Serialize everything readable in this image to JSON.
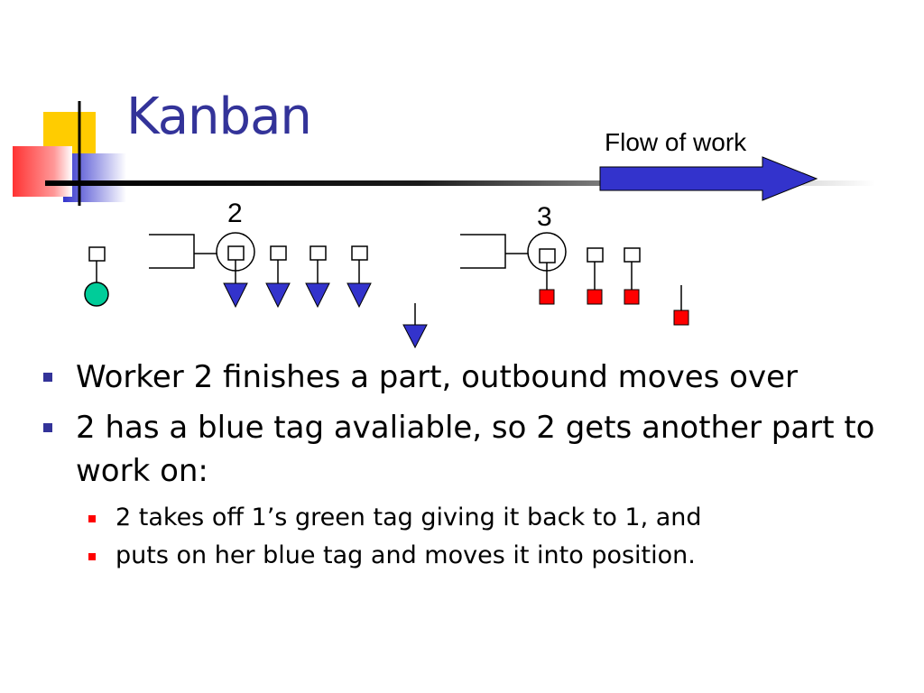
{
  "slide": {
    "title": "Kanban",
    "flow_label": "Flow of work"
  },
  "diagram": {
    "station_2_label": "2",
    "station_3_label": "3"
  },
  "bullets": [
    {
      "text": "Worker 2 finishes a part, outbound moves over",
      "level": 1
    },
    {
      "text": "2 has a blue tag avaliable, so 2 gets another part to work on:",
      "level": 1
    },
    {
      "text": "2 takes off 1’s green tag giving it back to 1, and",
      "level": 2
    },
    {
      "text": "puts on her blue tag and moves it into position.",
      "level": 2
    }
  ],
  "colors": {
    "title": "#333399",
    "arrow": "#3333cc",
    "green_tag": "#00cc99",
    "blue_tag": "#3333cc",
    "red_tag": "#ff0000",
    "bullet_level1": "#333399",
    "bullet_level2": "#ff0000"
  }
}
